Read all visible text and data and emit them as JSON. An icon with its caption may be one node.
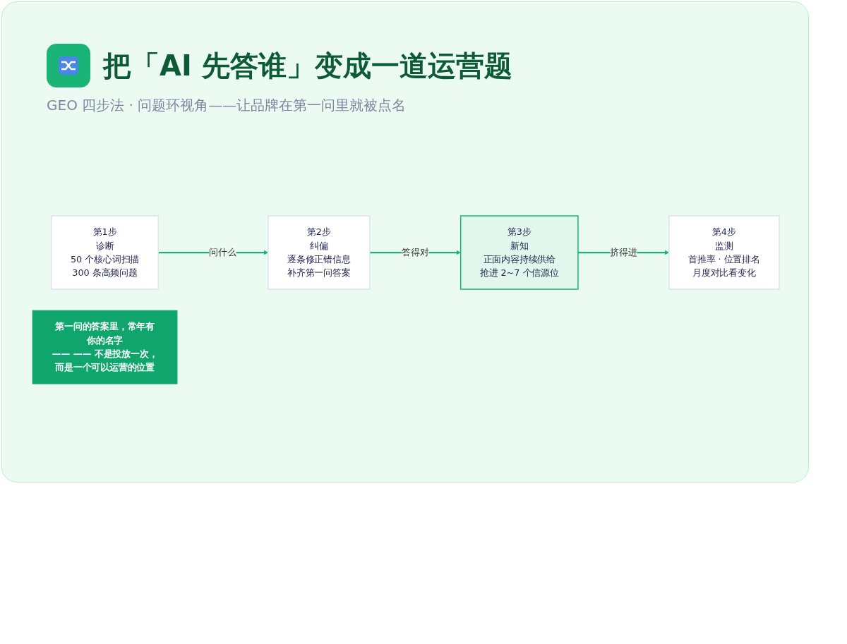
{
  "diagram": {
    "title": "把「AI 先答谁」变成一道运营题",
    "caption": "GEO 四步法 · 问题环视角——让品牌在第一问里就被点名",
    "nodes": [
      {
        "text": [
          "第1步",
          "诊断",
          "50 个核心词扫描",
          "300 条高频问题"
        ]
      },
      {
        "text": [
          "第2步",
          "纠偏",
          "逐条修正错信息",
          "补齐第一问答案"
        ]
      },
      {
        "text": [
          "第3步",
          "新知",
          "正面内容持续供给",
          "抢进 2~7 个信源位"
        ]
      },
      {
        "text": [
          "第4步",
          "监测",
          "首推率 · 位置排名",
          "月度对比看变化"
        ]
      },
      {
        "text": [
          "第一问的答案里，常年有你的名字",
          "—— —— 不是投放一次，而是一个可以运营的位置"
        ]
      }
    ],
    "edges": [
      {
        "from": 0,
        "to": 1,
        "arrow": "to",
        "label": "问什么"
      },
      {
        "from": 1,
        "to": 2,
        "arrow": "to",
        "label": "答得对"
      },
      {
        "from": 2,
        "to": 3,
        "arrow": "to",
        "label": "挤得进"
      }
    ]
  }
}
